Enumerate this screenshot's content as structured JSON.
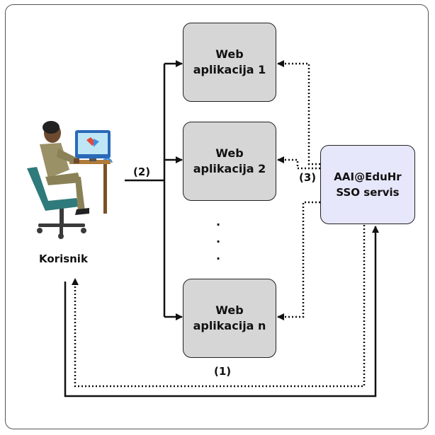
{
  "user": {
    "label": "Korisnik",
    "icon": "user-at-computer-icon"
  },
  "web_apps": [
    {
      "line1": "Web",
      "line2": "aplikacija 1"
    },
    {
      "line1": "Web",
      "line2": "aplikacija 2"
    },
    {
      "line1": "Web",
      "line2": "aplikacija n"
    }
  ],
  "ellipsis": "·",
  "sso": {
    "line1": "AAI@EduHr",
    "line2": "SSO servis"
  },
  "steps": {
    "step1": "(1)",
    "step2": "(2)",
    "step3": "(3)"
  },
  "colors": {
    "web_box": "#d6d6d6",
    "sso_box": "#e7e7fb",
    "line": "#111111"
  }
}
